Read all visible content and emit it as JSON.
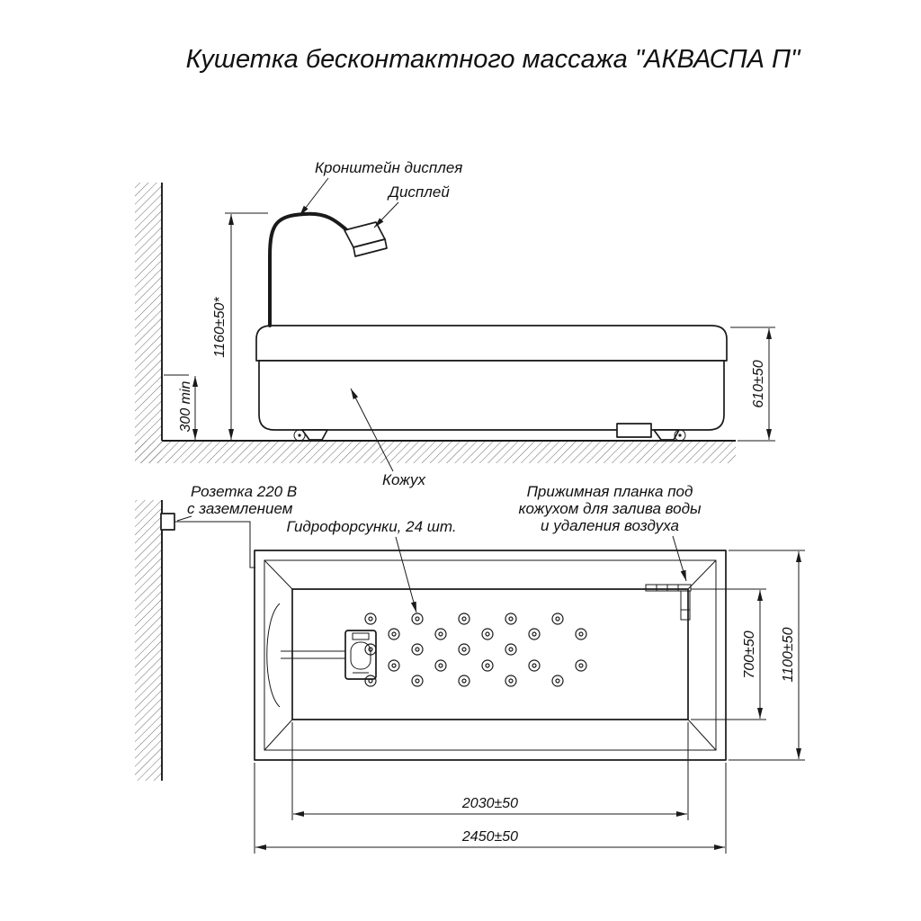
{
  "title": "Кушетка бесконтактного массажа \"АКВАСПА П\"",
  "side_view": {
    "bracket_label": "Кронштейн дисплея",
    "display_label": "Дисплей",
    "cover_label": "Кожух",
    "socket_label_line1": "Розетка 220 В",
    "socket_label_line2": "с заземлением",
    "dim_bracket_height": "1160±50*",
    "dim_socket_height": "300 min",
    "dim_couch_height": "610±50"
  },
  "top_view": {
    "nozzles_label": "Гидрофорсунки, 24 шт.",
    "clamp_label_line1": "Прижимная планка под",
    "clamp_label_line2": "кожухом для залива воды",
    "clamp_label_line3": "и удаления воздуха",
    "dim_basin_width": "700±50",
    "dim_overall_width": "1100±50",
    "dim_basin_length": "2030±50",
    "dim_overall_length": "2450±50"
  }
}
